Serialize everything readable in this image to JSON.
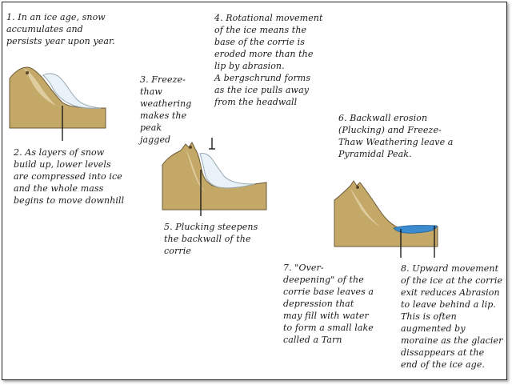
{
  "colors": {
    "rock": "#c4a867",
    "rock_outline": "#6b5a3a",
    "rock_highlight": "#e3d3a8",
    "ice": "#e9f2f8",
    "ice_outline": "#9aa9b3",
    "water": "#3d8bcf",
    "frame": "#222222"
  },
  "labels": {
    "step1": "1. In an ice age, snow accumulates and persists year upon year.",
    "step2": "2. As layers of snow build up, lower levels are compressed into ice and the whole mass begins to move downhill",
    "step3": "3. Freeze-thaw weathering makes the peak jagged",
    "step4a": "4. Rotational movement of the ice means the base of the corrie is eroded more than the lip by abrasion.",
    "step4b": "A bergschrund forms as the ice pulls away from the headwall",
    "step5": "5. Plucking steepens the backwall of the corrie",
    "step6": "6. Backwall erosion (Plucking) and Freeze-Thaw Weathering leave a Pyramidal Peak.",
    "step7": "7. \"Over-deepening\" of the corrie base leaves a depression that may fill with water to form a small lake called a Tarn",
    "step8": "8. Upward movement of the ice at the corrie exit reduces Abrasion to leave behind a lip. This is often augmented by moraine as the glacier dissappears at the end of the ice age."
  }
}
